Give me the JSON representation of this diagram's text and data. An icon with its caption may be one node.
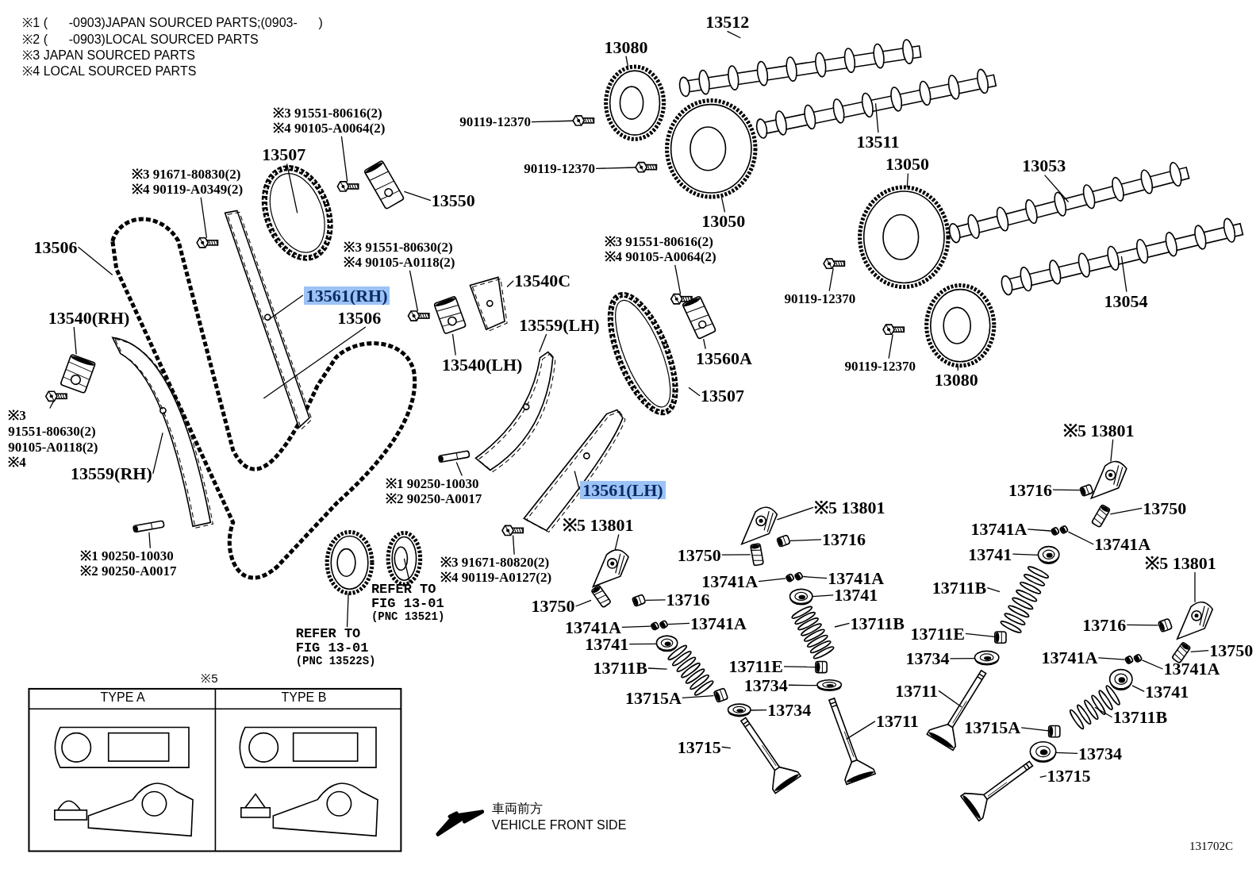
{
  "diagram": {
    "nodes": [
      {
        "text": [
          "13080"
        ]
      },
      {
        "text": [
          "13512"
        ]
      },
      {
        "text": [
          "90119-12370"
        ]
      },
      {
        "text": [
          "13511"
        ]
      },
      {
        "text": [
          "90119-12370"
        ]
      },
      {
        "text": [
          "13050"
        ]
      },
      {
        "text": [
          "13050"
        ]
      },
      {
        "text": [
          "13053"
        ]
      },
      {
        "text": [
          "90119-12370"
        ]
      },
      {
        "text": [
          "13054"
        ]
      },
      {
        "text": [
          "90119-12370"
        ]
      },
      {
        "text": [
          "13080"
        ]
      },
      {
        "text": [
          "※3 91551-80616(2)",
          "※4 90105-A0064(2)"
        ]
      },
      {
        "text": [
          "13507"
        ]
      },
      {
        "text": [
          "※3 91671-80830(2)",
          "※4 90119-A0349(2)"
        ]
      },
      {
        "text": [
          "13550"
        ]
      },
      {
        "text": [
          "13506"
        ]
      },
      {
        "text": [
          "13561(RH)"
        ]
      },
      {
        "text": [
          "※3 91551-80630(2)",
          "※4 90105-A0118(2)"
        ]
      },
      {
        "text": [
          "13540C"
        ]
      },
      {
        "text": [
          "13506"
        ]
      },
      {
        "text": [
          "13540(RH)"
        ]
      },
      {
        "text": [
          "※3",
          "91551-80630(2)",
          "90105-A0118(2)",
          "※4"
        ]
      },
      {
        "text": [
          "13559(RH)"
        ]
      },
      {
        "text": [
          "※1 90250-10030",
          "※2 90250-A0017"
        ]
      },
      {
        "text": [
          "13559(LH)"
        ]
      },
      {
        "text": [
          "13540(LH)"
        ]
      },
      {
        "text": [
          "※3 91551-80616(2)",
          "※4 90105-A0064(2)"
        ]
      },
      {
        "text": [
          "13560A"
        ]
      },
      {
        "text": [
          "13507"
        ]
      },
      {
        "text": [
          "※1 90250-10030",
          "※2 90250-A0017"
        ]
      },
      {
        "text": [
          "13561(LH)"
        ]
      },
      {
        "text": [
          "※5 13801"
        ]
      },
      {
        "text": [
          "※3 91671-80820(2)",
          "※4 90119-A0127(2)"
        ]
      },
      {
        "text": [
          "REFER TO FIG 13-01",
          "(PNC 13521)"
        ]
      },
      {
        "text": [
          "REFER TO FIG 13-01",
          "(PNC 13522S)"
        ]
      },
      {
        "text": [
          "※5 13801"
        ]
      },
      {
        "text": [
          "13716"
        ]
      },
      {
        "text": [
          "13750"
        ]
      },
      {
        "text": [
          "13741A"
        ]
      },
      {
        "text": [
          "13741A"
        ]
      },
      {
        "text": [
          "13741"
        ]
      },
      {
        "text": [
          "13711B"
        ]
      },
      {
        "text": [
          "13750"
        ]
      },
      {
        "text": [
          "13716"
        ]
      },
      {
        "text": [
          "13741A"
        ]
      },
      {
        "text": [
          "13741A"
        ]
      },
      {
        "text": [
          "13741"
        ]
      },
      {
        "text": [
          "13711B"
        ]
      },
      {
        "text": [
          "13711E"
        ]
      },
      {
        "text": [
          "13734"
        ]
      },
      {
        "text": [
          "13715A"
        ]
      },
      {
        "text": [
          "13734"
        ]
      },
      {
        "text": [
          "13711"
        ]
      },
      {
        "text": [
          "13715"
        ]
      },
      {
        "text": [
          "※5 13801"
        ]
      },
      {
        "text": [
          "13716"
        ]
      },
      {
        "text": [
          "13750"
        ]
      },
      {
        "text": [
          "13741A"
        ]
      },
      {
        "text": [
          "13741A"
        ]
      },
      {
        "text": [
          "13741"
        ]
      },
      {
        "text": [
          "13711B"
        ]
      },
      {
        "text": [
          "13711E"
        ]
      },
      {
        "text": [
          "13734"
        ]
      },
      {
        "text": [
          "13711"
        ]
      },
      {
        "text": [
          "※5 13801"
        ]
      },
      {
        "text": [
          "13716"
        ]
      },
      {
        "text": [
          "13750"
        ]
      },
      {
        "text": [
          "13741A"
        ]
      },
      {
        "text": [
          "13741A"
        ]
      },
      {
        "text": [
          "13741"
        ]
      },
      {
        "text": [
          "13711B"
        ]
      },
      {
        "text": [
          "13715A"
        ]
      },
      {
        "text": [
          "13734"
        ]
      },
      {
        "text": [
          "13715"
        ]
      },
      {
        "text": [],
        "shape": "picture"
      },
      {
        "text": [],
        "shape": "picture"
      },
      {
        "text": [],
        "shape": "picture"
      },
      {
        "text": [],
        "shape": "picture"
      },
      {
        "text": [],
        "shape": "picture"
      },
      {
        "text": [],
        "shape": "picture"
      },
      {
        "text": [],
        "shape": "picture"
      },
      {
        "text": [],
        "shape": "picture"
      },
      {
        "text": [],
        "shape": "picture"
      },
      {
        "text": [],
        "shape": "picture"
      },
      {
        "text": [],
        "shape": "picture"
      },
      {
        "text": [],
        "shape": "picture"
      },
      {
        "text": [],
        "shape": "picture"
      },
      {
        "text": [],
        "shape": "picture"
      },
      {
        "text": [],
        "shape": "picture"
      },
      {
        "text": [],
        "shape": "picture"
      },
      {
        "text": [],
        "shape": "picture"
      },
      {
        "text": [],
        "shape": "picture"
      },
      {
        "text": [],
        "shape": "picture"
      },
      {
        "text": [],
        "shape": "picture"
      },
      {
        "text": [],
        "shape": "picture"
      },
      {
        "text": [],
        "shape": "picture"
      },
      {
        "text": [],
        "shape": "picture"
      },
      {
        "text": [],
        "shape": "picture"
      },
      {
        "text": [],
        "shape": "picture"
      },
      {
        "text": [],
        "shape": "picture"
      },
      {
        "text": [],
        "shape": "picture"
      },
      {
        "text": [],
        "shape": "picture"
      },
      {
        "text": [],
        "shape": "picture"
      },
      {
        "text": [],
        "shape": "picture"
      },
      {
        "text": [],
        "shape": "picture"
      },
      {
        "text": [],
        "shape": "picture"
      },
      {
        "text": [],
        "shape": "picture"
      },
      {
        "text": [],
        "shape": "picture"
      },
      {
        "text": [],
        "shape": "picture"
      },
      {
        "text": [],
        "shape": "picture"
      },
      {
        "text": [],
        "shape": "picture"
      },
      {
        "text": [],
        "shape": "picture"
      },
      {
        "text": [],
        "shape": "picture"
      },
      {
        "text": [],
        "shape": "picture"
      },
      {
        "text": [],
        "shape": "picture"
      },
      {
        "text": [],
        "shape": "picture"
      },
      {
        "text": [],
        "shape": "picture"
      },
      {
        "text": [],
        "shape": "picture"
      },
      {
        "text": [],
        "shape": "picture"
      },
      {
        "text": [],
        "shape": "picture"
      },
      {
        "text": [],
        "shape": "picture"
      },
      {
        "text": [],
        "shape": "picture"
      },
      {
        "text": [],
        "shape": "picture"
      },
      {
        "text": [],
        "shape": "picture"
      },
      {
        "text": [],
        "shape": "picture"
      },
      {
        "text": [],
        "shape": "picture"
      },
      {
        "text": [],
        "shape": "picture"
      },
      {
        "text": [],
        "shape": "picture"
      },
      {
        "text": [],
        "shape": "picture"
      },
      {
        "text": [],
        "shape": "picture"
      },
      {
        "text": [],
        "shape": "picture"
      },
      {
        "text": [],
        "shape": "picture"
      },
      {
        "text": [],
        "shape": "picture"
      },
      {
        "text": [],
        "shape": "picture"
      },
      {
        "text": [],
        "shape": "picture"
      },
      {
        "text": [],
        "shape": "picture"
      },
      {
        "text": [],
        "shape": "picture"
      },
      {
        "text": [],
        "shape": "picture"
      },
      {
        "text": [],
        "shape": "picture"
      },
      {
        "text": [],
        "shape": "picture"
      },
      {
        "text": [],
        "shape": "picture"
      },
      {
        "text": [],
        "shape": "picture"
      },
      {
        "text": [],
        "shape": "picture"
      },
      {
        "text": [],
        "shape": "picture"
      },
      {
        "text": [],
        "shape": "picture"
      },
      {
        "text": [],
        "shape": "picture"
      },
      {
        "text": [],
        "shape": "picture"
      },
      {
        "text": [],
        "shape": "picture"
      }
    ],
    "edges": [
      {
        "from": 0,
        "to": 75,
        "arrow": "none"
      },
      {
        "from": 1,
        "to": 76,
        "arrow": "none"
      },
      {
        "from": 2,
        "to": 77,
        "arrow": "none"
      },
      {
        "from": 3,
        "to": 78,
        "arrow": "none"
      },
      {
        "from": 4,
        "to": 79,
        "arrow": "none"
      },
      {
        "from": 5,
        "to": 80,
        "arrow": "none"
      },
      {
        "from": 6,
        "to": 81,
        "arrow": "none"
      },
      {
        "from": 7,
        "to": 82,
        "arrow": "none"
      },
      {
        "from": 8,
        "to": 83,
        "arrow": "none"
      },
      {
        "from": 9,
        "to": 84,
        "arrow": "none"
      },
      {
        "from": 10,
        "to": 85,
        "arrow": "none"
      },
      {
        "from": 11,
        "to": 86,
        "arrow": "none"
      },
      {
        "from": 12,
        "to": 87,
        "arrow": "none"
      },
      {
        "from": 13,
        "to": 88,
        "arrow": "none"
      },
      {
        "from": 14,
        "to": 89,
        "arrow": "none"
      },
      {
        "from": 15,
        "to": 90,
        "arrow": "none"
      },
      {
        "from": 16,
        "to": 91,
        "arrow": "none"
      },
      {
        "from": 17,
        "to": 92,
        "arrow": "none"
      },
      {
        "from": 18,
        "to": 93,
        "arrow": "none"
      },
      {
        "from": 19,
        "to": 94,
        "arrow": "none"
      },
      {
        "from": 20,
        "to": 91,
        "arrow": "none"
      },
      {
        "from": 21,
        "to": 95,
        "arrow": "none"
      },
      {
        "from": 22,
        "to": 96,
        "arrow": "none"
      },
      {
        "from": 23,
        "to": 97,
        "arrow": "none"
      },
      {
        "from": 24,
        "to": 98,
        "arrow": "none"
      },
      {
        "from": 25,
        "to": 99,
        "arrow": "none"
      },
      {
        "from": 26,
        "to": 100,
        "arrow": "none"
      },
      {
        "from": 27,
        "to": 101,
        "arrow": "none"
      },
      {
        "from": 28,
        "to": 102,
        "arrow": "none"
      },
      {
        "from": 29,
        "to": 103,
        "arrow": "none"
      },
      {
        "from": 30,
        "to": 104,
        "arrow": "none"
      },
      {
        "from": 31,
        "to": 105,
        "arrow": "none"
      },
      {
        "from": 32,
        "to": 106,
        "arrow": "none"
      },
      {
        "from": 33,
        "to": 107,
        "arrow": "none"
      },
      {
        "from": 34,
        "to": 108,
        "arrow": "none"
      },
      {
        "from": 35,
        "to": 109,
        "arrow": "none"
      },
      {
        "from": 36,
        "to": 110,
        "arrow": "none"
      },
      {
        "from": 37,
        "to": 111,
        "arrow": "none"
      },
      {
        "from": 38,
        "to": 112,
        "arrow": "none"
      },
      {
        "from": 39,
        "to": 113,
        "arrow": "none"
      },
      {
        "from": 40,
        "to": 114,
        "arrow": "none"
      },
      {
        "from": 41,
        "to": 115,
        "arrow": "none"
      },
      {
        "from": 42,
        "to": 116,
        "arrow": "none"
      },
      {
        "from": 43,
        "to": 117,
        "arrow": "none"
      },
      {
        "from": 44,
        "to": 118,
        "arrow": "none"
      },
      {
        "from": 45,
        "to": 119,
        "arrow": "none"
      },
      {
        "from": 46,
        "to": 120,
        "arrow": "none"
      },
      {
        "from": 47,
        "to": 121,
        "arrow": "none"
      },
      {
        "from": 48,
        "to": 122,
        "arrow": "none"
      },
      {
        "from": 49,
        "to": 123,
        "arrow": "none"
      },
      {
        "from": 50,
        "to": 124,
        "arrow": "none"
      },
      {
        "from": 51,
        "to": 125,
        "arrow": "none"
      },
      {
        "from": 52,
        "to": 126,
        "arrow": "none"
      },
      {
        "from": 53,
        "to": 127,
        "arrow": "none"
      },
      {
        "from": 54,
        "to": 128,
        "arrow": "none"
      },
      {
        "from": 55,
        "to": 129,
        "arrow": "none"
      },
      {
        "from": 56,
        "to": 130,
        "arrow": "none"
      },
      {
        "from": 57,
        "to": 131,
        "arrow": "none"
      },
      {
        "from": 58,
        "to": 132,
        "arrow": "none"
      },
      {
        "from": 59,
        "to": 133,
        "arrow": "none"
      },
      {
        "from": 60,
        "to": 134,
        "arrow": "none"
      },
      {
        "from": 61,
        "to": 135,
        "arrow": "none"
      },
      {
        "from": 62,
        "to": 136,
        "arrow": "none"
      },
      {
        "from": 63,
        "to": 137,
        "arrow": "none"
      },
      {
        "from": 64,
        "to": 138,
        "arrow": "none"
      },
      {
        "from": 65,
        "to": 139,
        "arrow": "none"
      },
      {
        "from": 66,
        "to": 140,
        "arrow": "none"
      },
      {
        "from": 67,
        "to": 141,
        "arrow": "none"
      },
      {
        "from": 68,
        "to": 142,
        "arrow": "none"
      },
      {
        "from": 69,
        "to": 143,
        "arrow": "none"
      },
      {
        "from": 70,
        "to": 144,
        "arrow": "none"
      },
      {
        "from": 71,
        "to": 145,
        "arrow": "none"
      },
      {
        "from": 72,
        "to": 146,
        "arrow": "none"
      },
      {
        "from": 73,
        "to": 147,
        "arrow": "none"
      },
      {
        "from": 74,
        "to": 148,
        "arrow": "none"
      }
    ],
    "labels": [
      "※1 (      -0903)JAPAN SOURCED PARTS;(0903-      )",
      "※2 (      -0903)LOCAL SOURCED PARTS",
      "※3 JAPAN SOURCED PARTS",
      "※4 LOCAL SOURCED PARTS",
      "※5",
      "TYPE A",
      "TYPE B",
      "車両前方",
      "VEHICLE FRONT SIDE",
      "131702C"
    ]
  }
}
